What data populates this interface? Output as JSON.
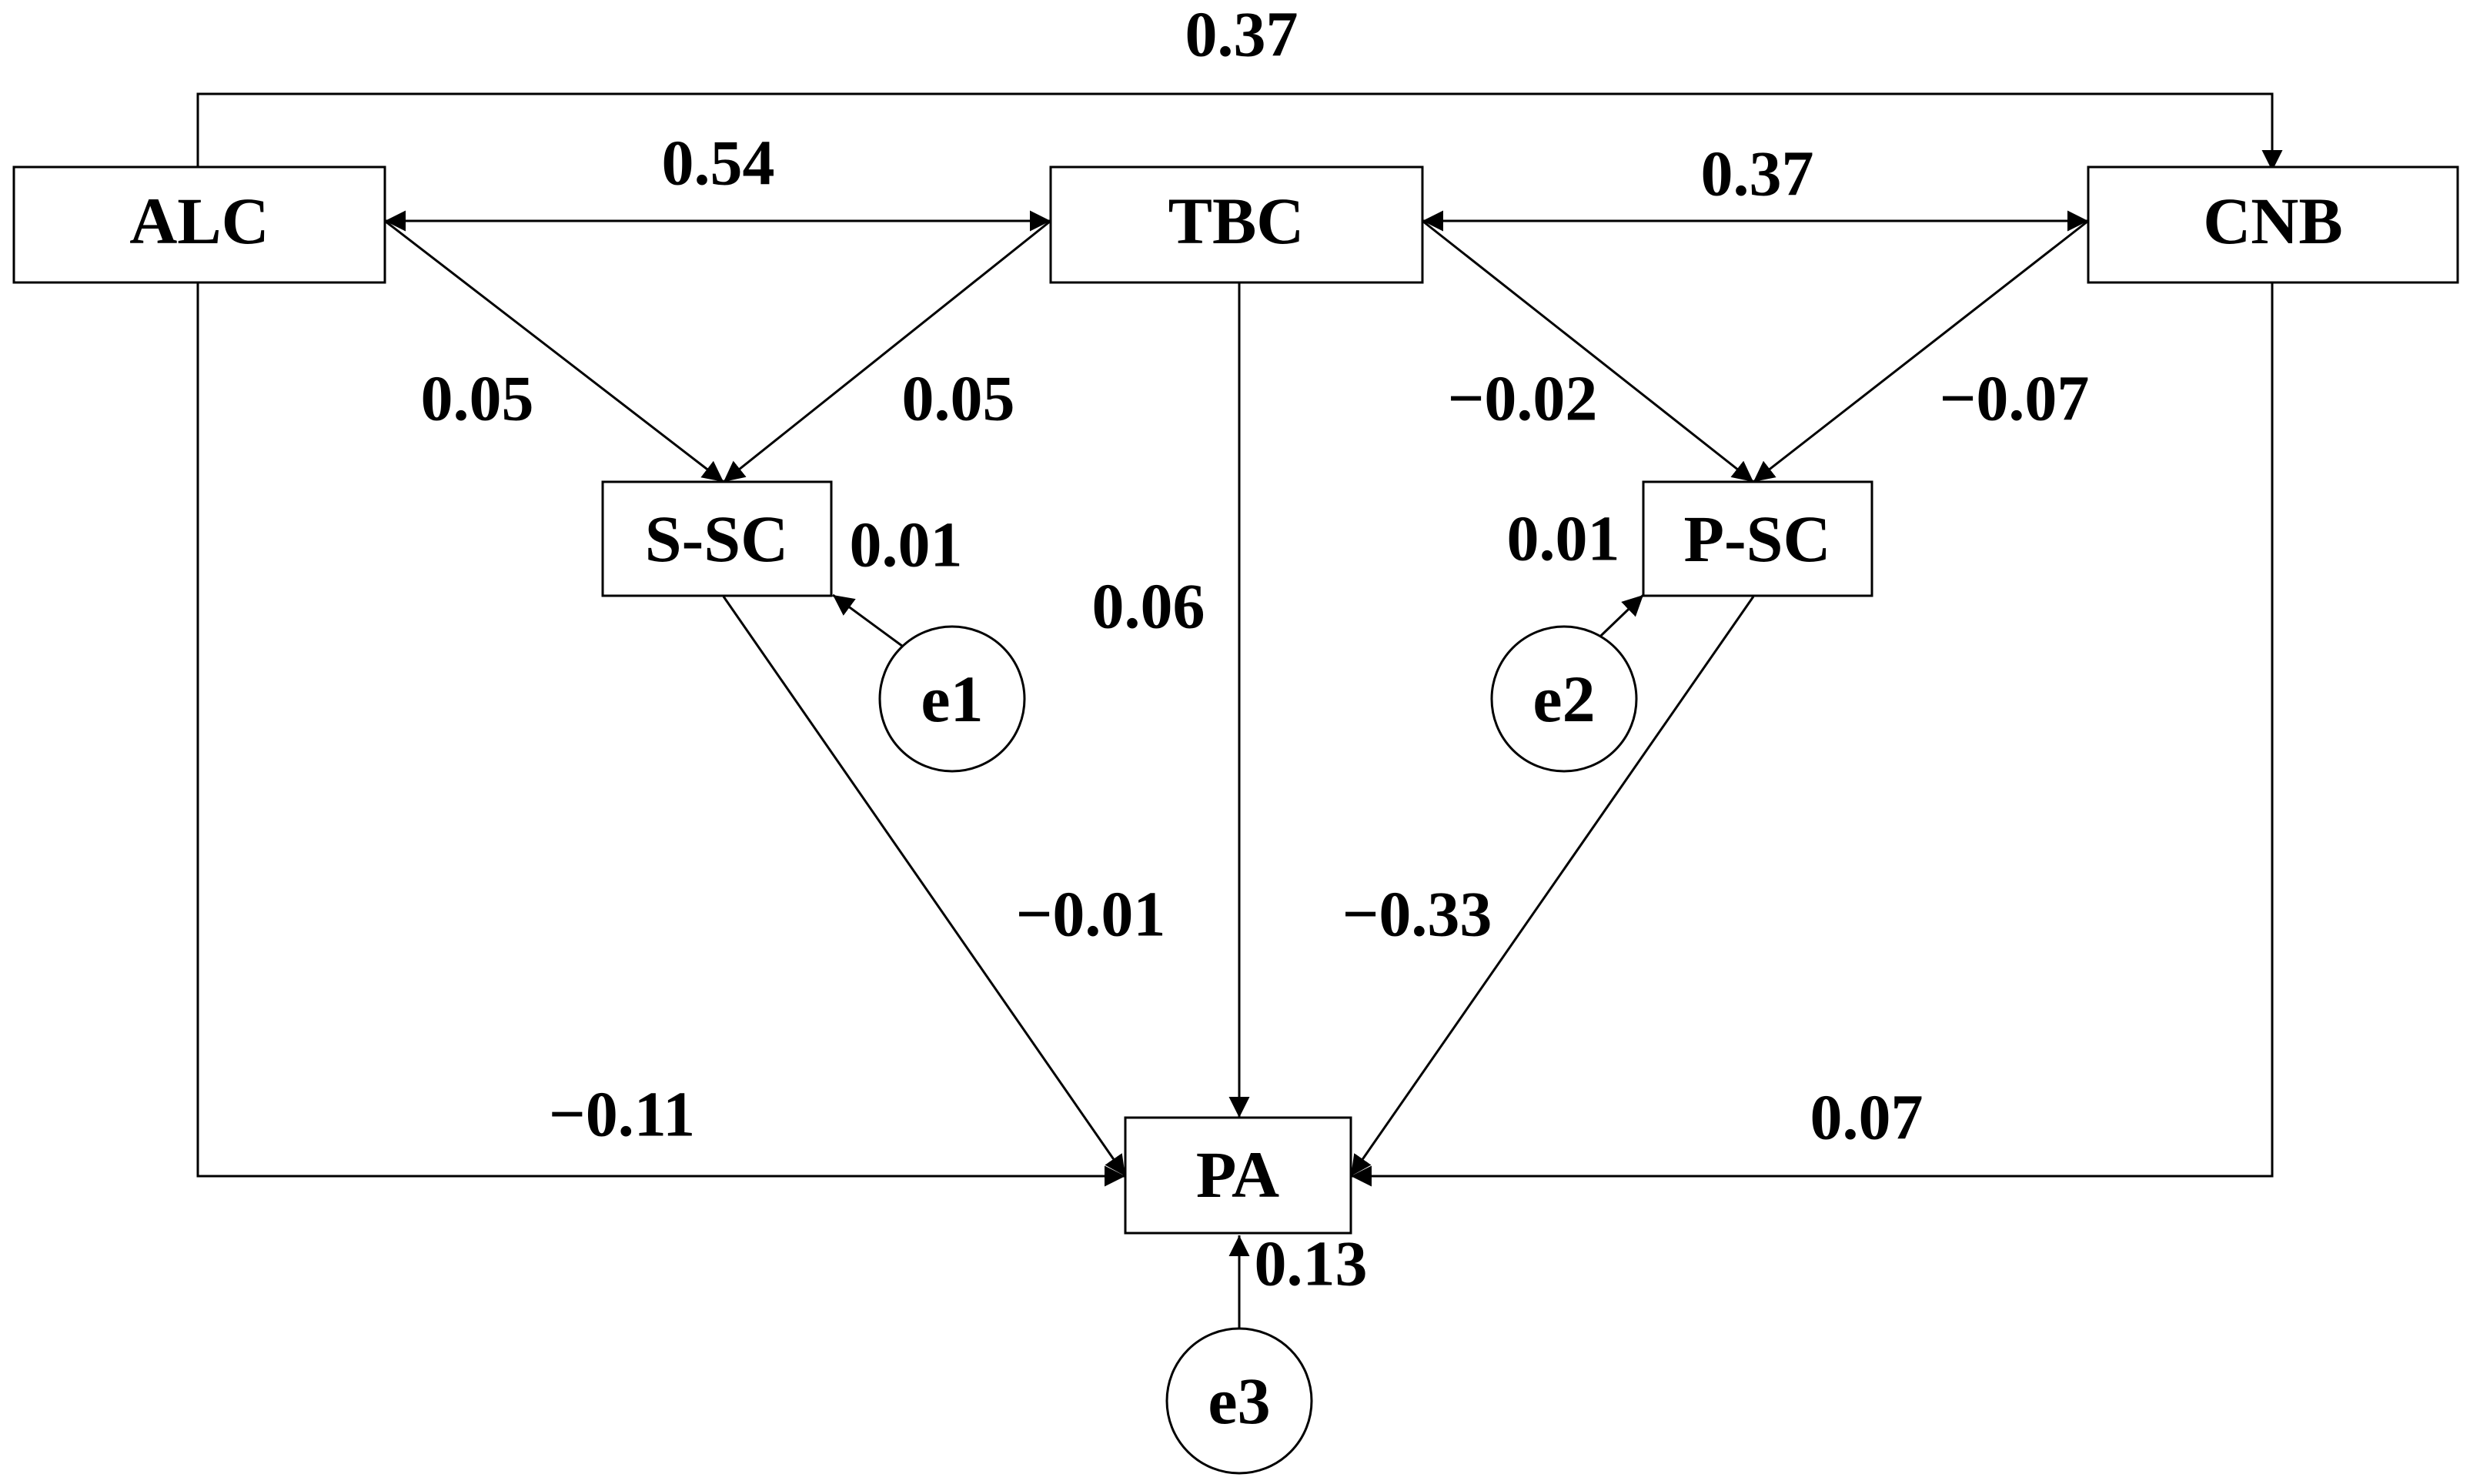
{
  "nodes": {
    "alc": "ALC",
    "tbc": "TBC",
    "cnb": "CNB",
    "ssc": "S-SC",
    "psc": "P-SC",
    "pa": "PA",
    "e1": "e1",
    "e2": "e2",
    "e3": "e3"
  },
  "coefficients": {
    "alc_cnb": "0.37",
    "alc_tbc": "0.54",
    "tbc_cnb": "0.37",
    "alc_ssc": "0.05",
    "tbc_ssc": "0.05",
    "tbc_psc": "−0.02",
    "cnb_psc": "−0.07",
    "e1_ssc": "0.01",
    "e2_psc": "0.01",
    "tbc_pa": "0.06",
    "ssc_pa": "−0.01",
    "psc_pa": "−0.33",
    "alc_pa": "−0.11",
    "cnb_pa": "0.07",
    "e3_pa": "0.13"
  }
}
